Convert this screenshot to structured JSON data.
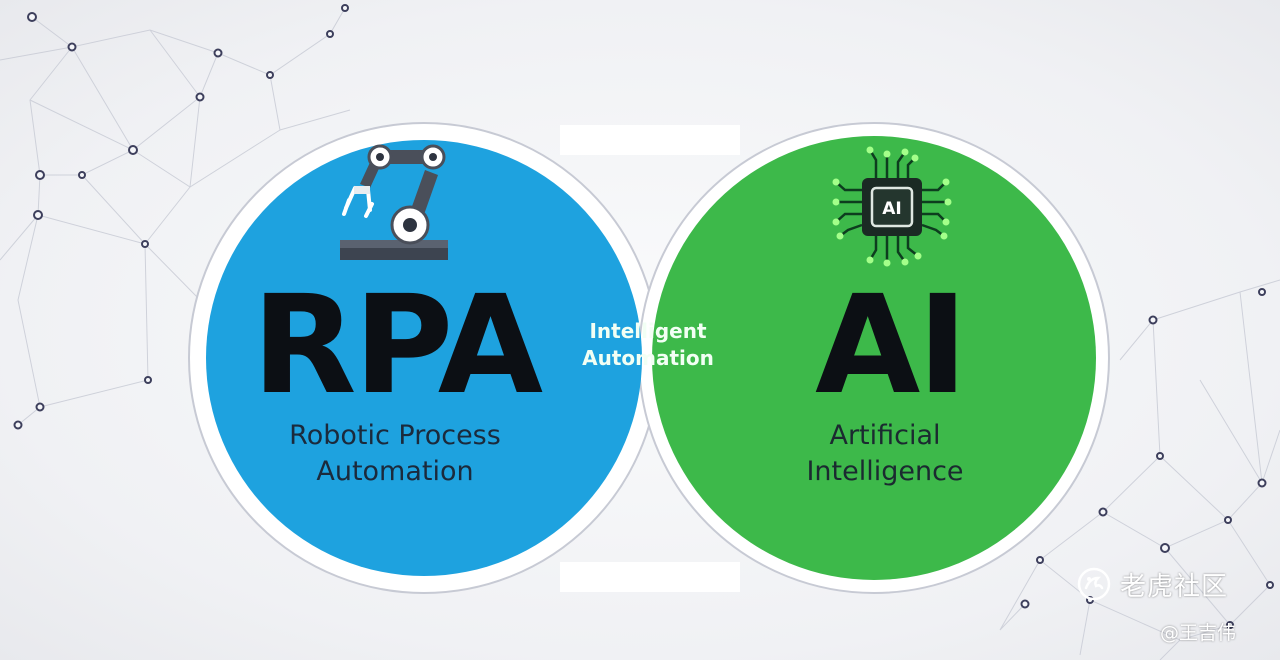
{
  "left_circle": {
    "title": "RPA",
    "subtitle_line1": "Robotic Process",
    "subtitle_line2": "Automation",
    "icon": "robot-arm-icon",
    "color": "#1ea2df"
  },
  "right_circle": {
    "title": "AI",
    "subtitle_line1": "Artificial",
    "subtitle_line2": "Intelligence",
    "icon": "ai-chip-icon",
    "chip_label": "AI",
    "color": "#3db94a"
  },
  "overlap": {
    "line1": "Intelligent",
    "line2": "Automation",
    "color": "#0f9a3f"
  },
  "watermark": {
    "text": "老虎社区",
    "icon": "tiger-logo-icon",
    "author": "@王吉伟"
  }
}
